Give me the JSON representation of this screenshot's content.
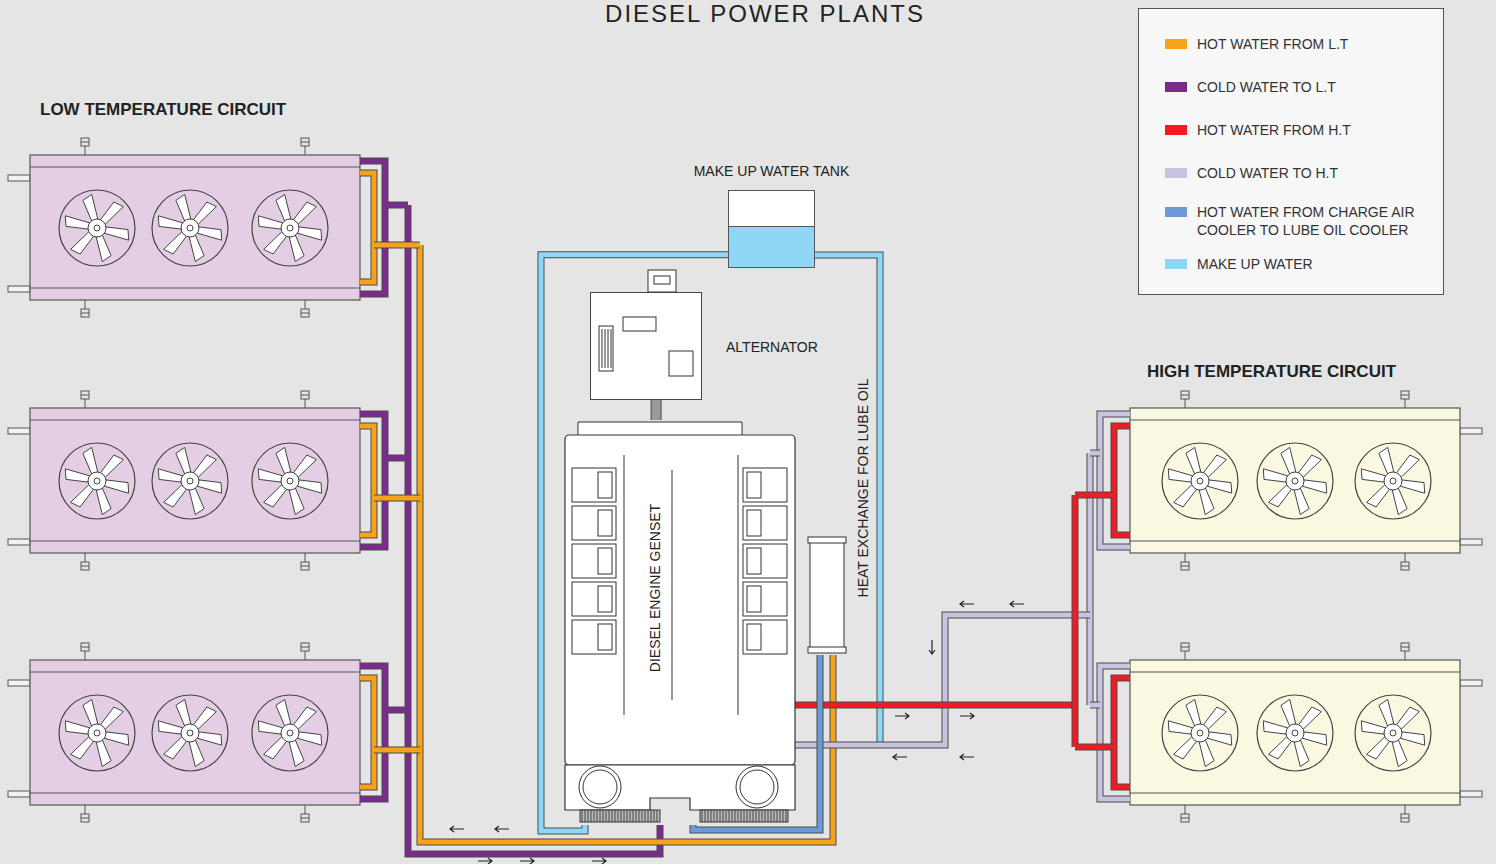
{
  "diagram": {
    "title": "DIESEL POWER PLANTS",
    "nodes": [
      {
        "text": [
          "MAKE UP WATER TANK"
        ]
      },
      {
        "text": [
          "ALTERNATOR"
        ]
      },
      {
        "text": [
          "DIESEL ENGINE GENSET"
        ]
      },
      {
        "text": [
          "HEAT EXCHANGE FOR LUBE OIL"
        ]
      }
    ],
    "edges": [
      {
        "from": 0,
        "to": 2,
        "arrow": "none"
      },
      {
        "from": 1,
        "to": 2,
        "arrow": "none"
      },
      {
        "from": 2,
        "to": 3,
        "arrow": "none"
      }
    ],
    "labels": [
      "LOW TEMPERATURE CIRCUIT",
      "HIGH TEMPERATURE CIRCUIT"
    ],
    "legend": [
      {
        "text": "HOT WATER FROM L.T",
        "color": "#f6a31b"
      },
      {
        "text": "COLD WATER TO L.T",
        "color": "#7b2b8d"
      },
      {
        "text": "HOT WATER FROM H.T",
        "color": "#ee1d25"
      },
      {
        "text": "COLD WATER TO H.T",
        "color": "#c9c3df"
      },
      {
        "text": "HOT WATER FROM CHARGE AIR COOLER TO LUBE OIL COOLER",
        "color": "#6b9bd6"
      },
      {
        "text": "MAKE UP WATER",
        "color": "#8fd7f6"
      }
    ]
  }
}
